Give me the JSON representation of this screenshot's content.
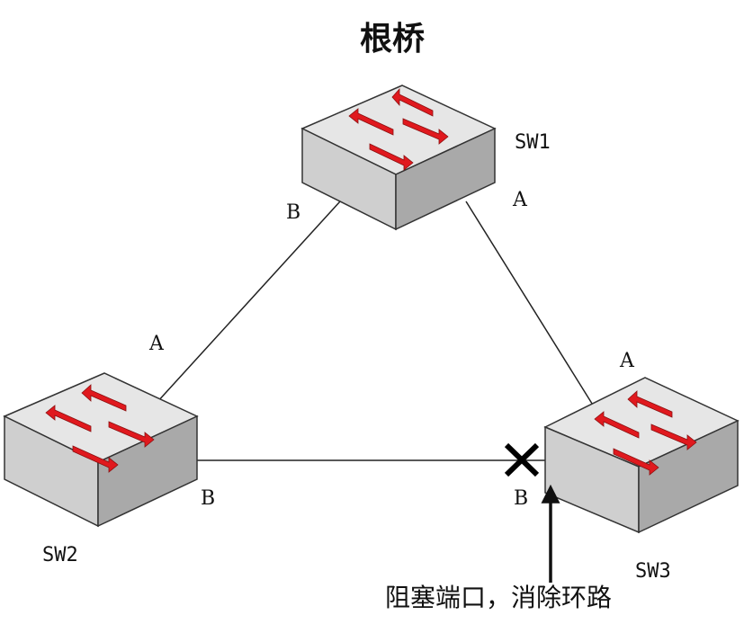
{
  "diagram": {
    "title": "根桥",
    "switches": [
      {
        "name": "SW1",
        "ports": [
          "B",
          "A"
        ]
      },
      {
        "name": "SW2",
        "ports": [
          "A",
          "B"
        ]
      },
      {
        "name": "SW3",
        "ports": [
          "A",
          "B"
        ]
      }
    ],
    "blocked_note": "阻塞端口，消除环路",
    "colors": {
      "arrow": "#e0191e",
      "line": "#222222",
      "switch_top": "#e6e6e6",
      "switch_left": "#cfcfcf",
      "switch_right": "#a9a9a9",
      "block_mark": "#000000"
    }
  }
}
